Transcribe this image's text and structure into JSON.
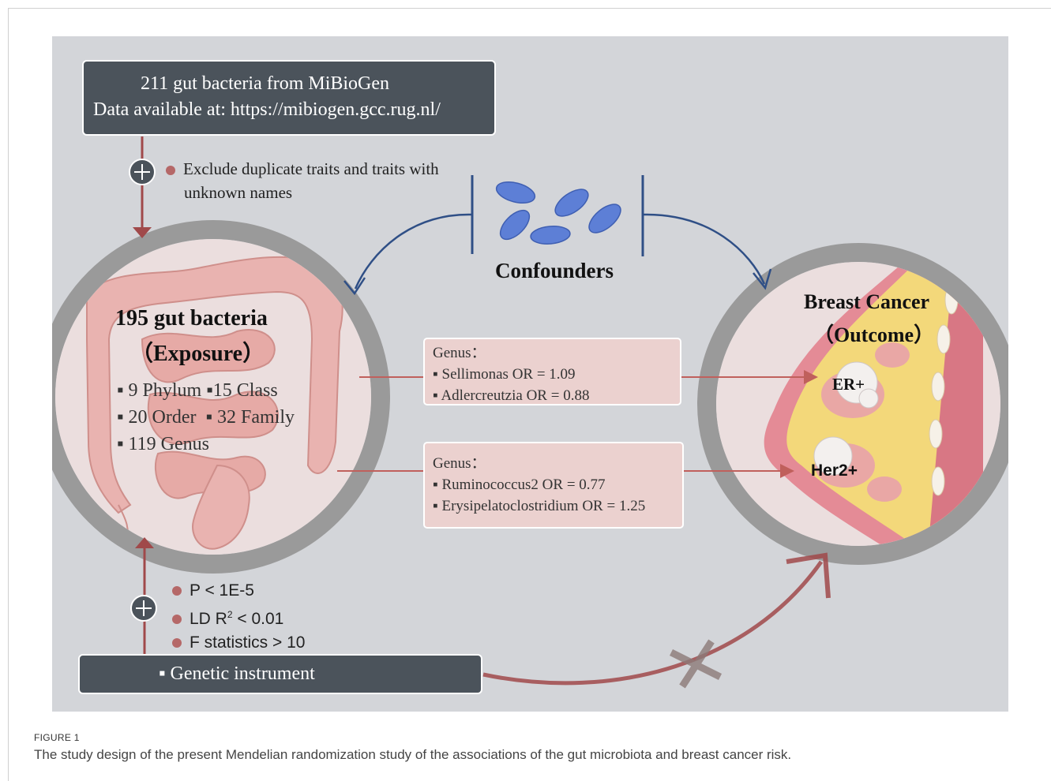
{
  "source_box": {
    "line1": "211 gut bacteria from MiBioGen",
    "line2": "Data available at: https://mibiogen.gcc.rug.nl/"
  },
  "exclude_step": {
    "line1": "Exclude duplicate traits and traits with",
    "line2": "unknown names"
  },
  "confounders_label": "Confounders",
  "exposure": {
    "title": "195 gut bacteria",
    "subtitle": "（Exposure）",
    "taxa": [
      "9 Phylum",
      "15 Class",
      "20 Order",
      "32 Family",
      "119 Genus"
    ]
  },
  "outcome": {
    "title": "Breast Cancer",
    "subtitle": "（Outcome）",
    "subtypes": [
      "ER+",
      "Her2+"
    ]
  },
  "genus_box_1": {
    "header": "Genus：",
    "items": [
      "Sellimonas  OR = 1.09",
      "Adlercreutzia  OR = 0.88"
    ]
  },
  "genus_box_2": {
    "header": "Genus：",
    "items": [
      "Ruminococcus2 OR = 0.77",
      "Erysipelatoclostridium OR = 1.25"
    ]
  },
  "criteria": [
    "P < 1E-5",
    "LD R",
    "< 0.01",
    "F statistics > 10"
  ],
  "ld_superscript": "2",
  "instrument_label": "Genetic instrument",
  "bullet_char": "▪",
  "caption": {
    "label": "FIGURE 1",
    "text": "The study design of the present Mendelian randomization study of the associations of the gut microbiota and breast cancer risk."
  },
  "colors": {
    "panel_bg": "#d3d5d9",
    "dark_box": "#4b535b",
    "red_arrow": "#a0494a",
    "blue_arrow": "#2f4f86",
    "bacteria_blue": "#5d7fd6",
    "genus_box_bg": "#ebd1cf",
    "ring_grey": "#9a9a9a",
    "circle_fill": "#ebdede"
  }
}
